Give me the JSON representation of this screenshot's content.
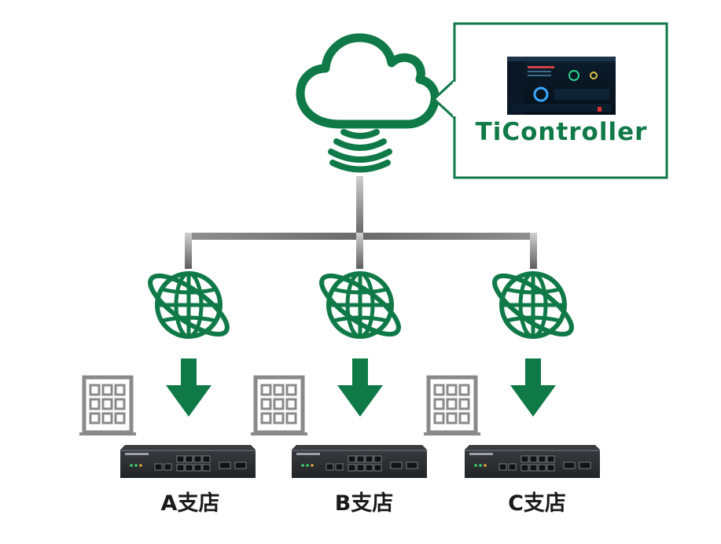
{
  "controller": {
    "label": "TiController"
  },
  "branches": [
    {
      "label": "A支店"
    },
    {
      "label": "B支店"
    },
    {
      "label": "C支店"
    }
  ],
  "colors": {
    "accent_green": "#0f7a47",
    "connector_gray": "#6e6e6e",
    "building_gray": "#8a8a8a",
    "device_dark": "#2d2f33"
  },
  "icons": {
    "cloud": "cloud-icon",
    "signal": "wireless-signal-icon",
    "globe": "globe-icon",
    "arrow": "arrow-down-icon",
    "building": "office-building-icon",
    "device": "network-router-device"
  }
}
